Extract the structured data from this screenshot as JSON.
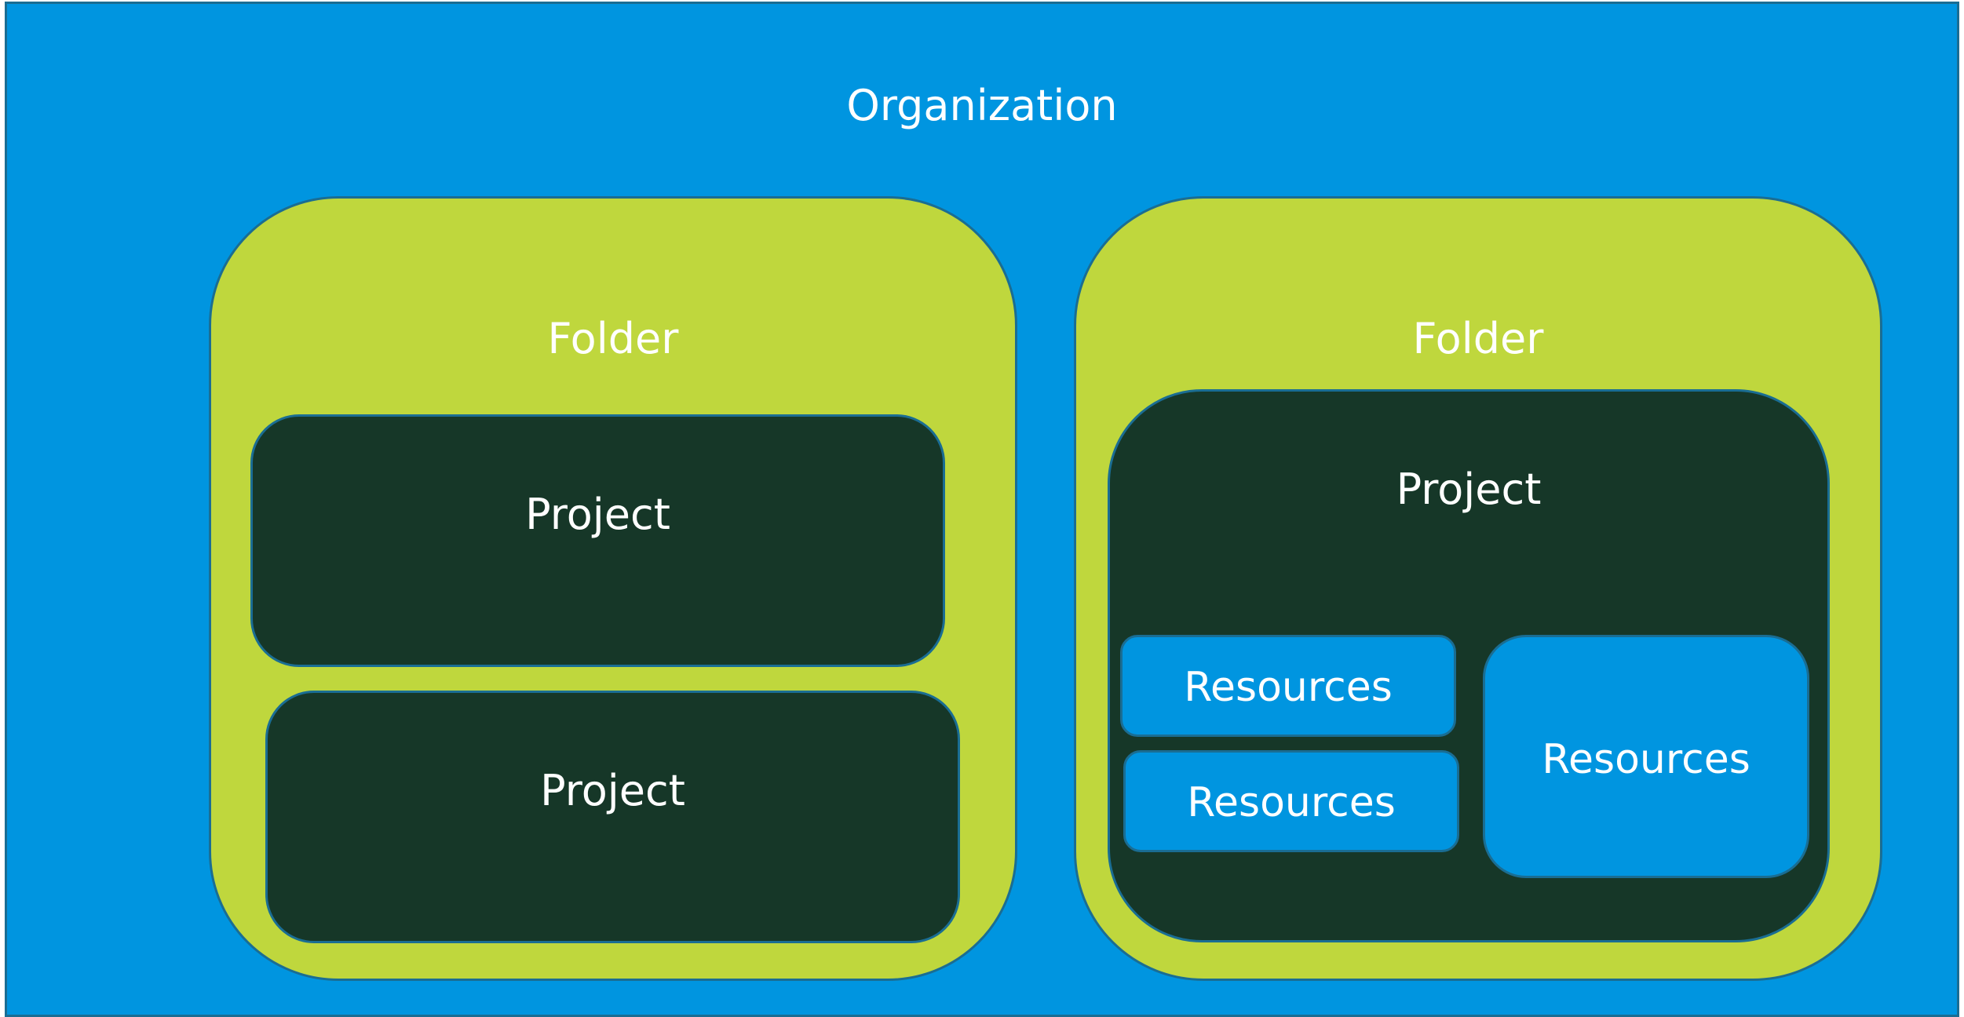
{
  "colors": {
    "organization": "#0095e0",
    "folder": "#bfd73d",
    "project": "#163728",
    "resources": "#0095e0",
    "text": "#ffffff",
    "outline": "#1a6d93"
  },
  "organization": {
    "label": "Organization",
    "folders": [
      {
        "label": "Folder",
        "projects": [
          {
            "label": "Project",
            "resources": []
          },
          {
            "label": "Project",
            "resources": []
          }
        ]
      },
      {
        "label": "Folder",
        "projects": [
          {
            "label": "Project",
            "resources": [
              {
                "label": "Resources"
              },
              {
                "label": "Resources"
              },
              {
                "label": "Resources"
              }
            ]
          }
        ]
      }
    ]
  }
}
